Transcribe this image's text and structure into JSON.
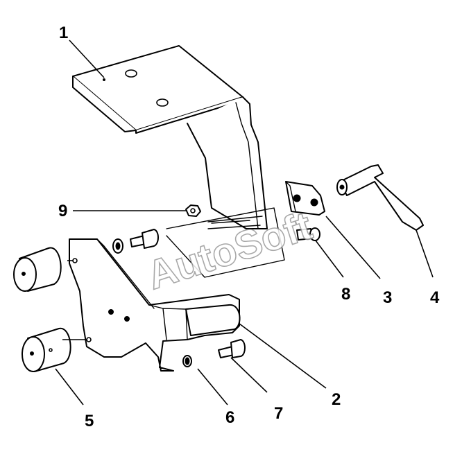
{
  "callouts": [
    {
      "id": "1",
      "label": "1"
    },
    {
      "id": "2",
      "label": "2"
    },
    {
      "id": "3",
      "label": "3"
    },
    {
      "id": "4",
      "label": "4"
    },
    {
      "id": "5",
      "label": "5"
    },
    {
      "id": "6",
      "label": "6"
    },
    {
      "id": "7",
      "label": "7"
    },
    {
      "id": "8",
      "label": "8"
    },
    {
      "id": "9",
      "label": "9"
    }
  ],
  "watermark": "AutoSoft",
  "colors": {
    "line": "#000000",
    "background": "#ffffff",
    "watermark_outline": "#9a9a9a"
  }
}
